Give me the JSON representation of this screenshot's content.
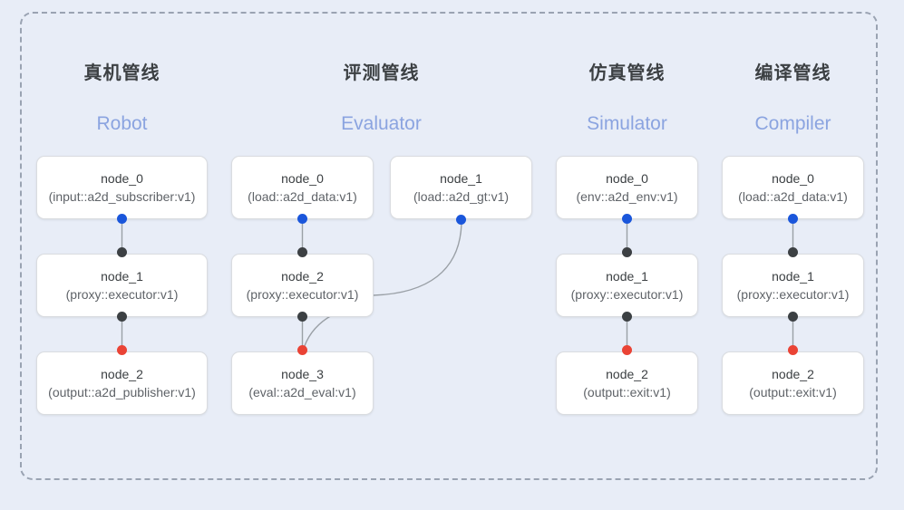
{
  "diagram": {
    "frame": {
      "style": "dashed-rounded-rectangle",
      "border_color": "#9aa3b2"
    },
    "background_color": "#e8edf7",
    "port_colors": {
      "output": "#1a56db",
      "relay": "#3c4043",
      "input": "#ea4335"
    },
    "columns": [
      {
        "id": "robot",
        "title_cn": "真机管线",
        "title_en": "Robot",
        "nodes": [
          {
            "id": "robot-node-0",
            "name": "node_0",
            "spec": "(input::a2d_subscriber:v1)"
          },
          {
            "id": "robot-node-1",
            "name": "node_1",
            "spec": "(proxy::executor:v1)"
          },
          {
            "id": "robot-node-2",
            "name": "node_2",
            "spec": "(output::a2d_publisher:v1)"
          }
        ]
      },
      {
        "id": "evaluator",
        "title_cn": "评测管线",
        "title_en": "Evaluator",
        "nodes": [
          {
            "id": "eval-node-0",
            "name": "node_0",
            "spec": "(load::a2d_data:v1)"
          },
          {
            "id": "eval-node-1",
            "name": "node_1",
            "spec": "(load::a2d_gt:v1)"
          },
          {
            "id": "eval-node-2",
            "name": "node_2",
            "spec": "(proxy::executor:v1)"
          },
          {
            "id": "eval-node-3",
            "name": "node_3",
            "spec": "(eval::a2d_eval:v1)"
          }
        ]
      },
      {
        "id": "simulator",
        "title_cn": "仿真管线",
        "title_en": "Simulator",
        "nodes": [
          {
            "id": "sim-node-0",
            "name": "node_0",
            "spec": "(env::a2d_env:v1)"
          },
          {
            "id": "sim-node-1",
            "name": "node_1",
            "spec": "(proxy::executor:v1)"
          },
          {
            "id": "sim-node-2",
            "name": "node_2",
            "spec": "(output::exit:v1)"
          }
        ]
      },
      {
        "id": "compiler",
        "title_cn": "编译管线",
        "title_en": "Compiler",
        "nodes": [
          {
            "id": "comp-node-0",
            "name": "node_0",
            "spec": "(load::a2d_data:v1)"
          },
          {
            "id": "comp-node-1",
            "name": "node_1",
            "spec": "(proxy::executor:v1)"
          },
          {
            "id": "comp-node-2",
            "name": "node_2",
            "spec": "(output::exit:v1)"
          }
        ]
      }
    ]
  }
}
